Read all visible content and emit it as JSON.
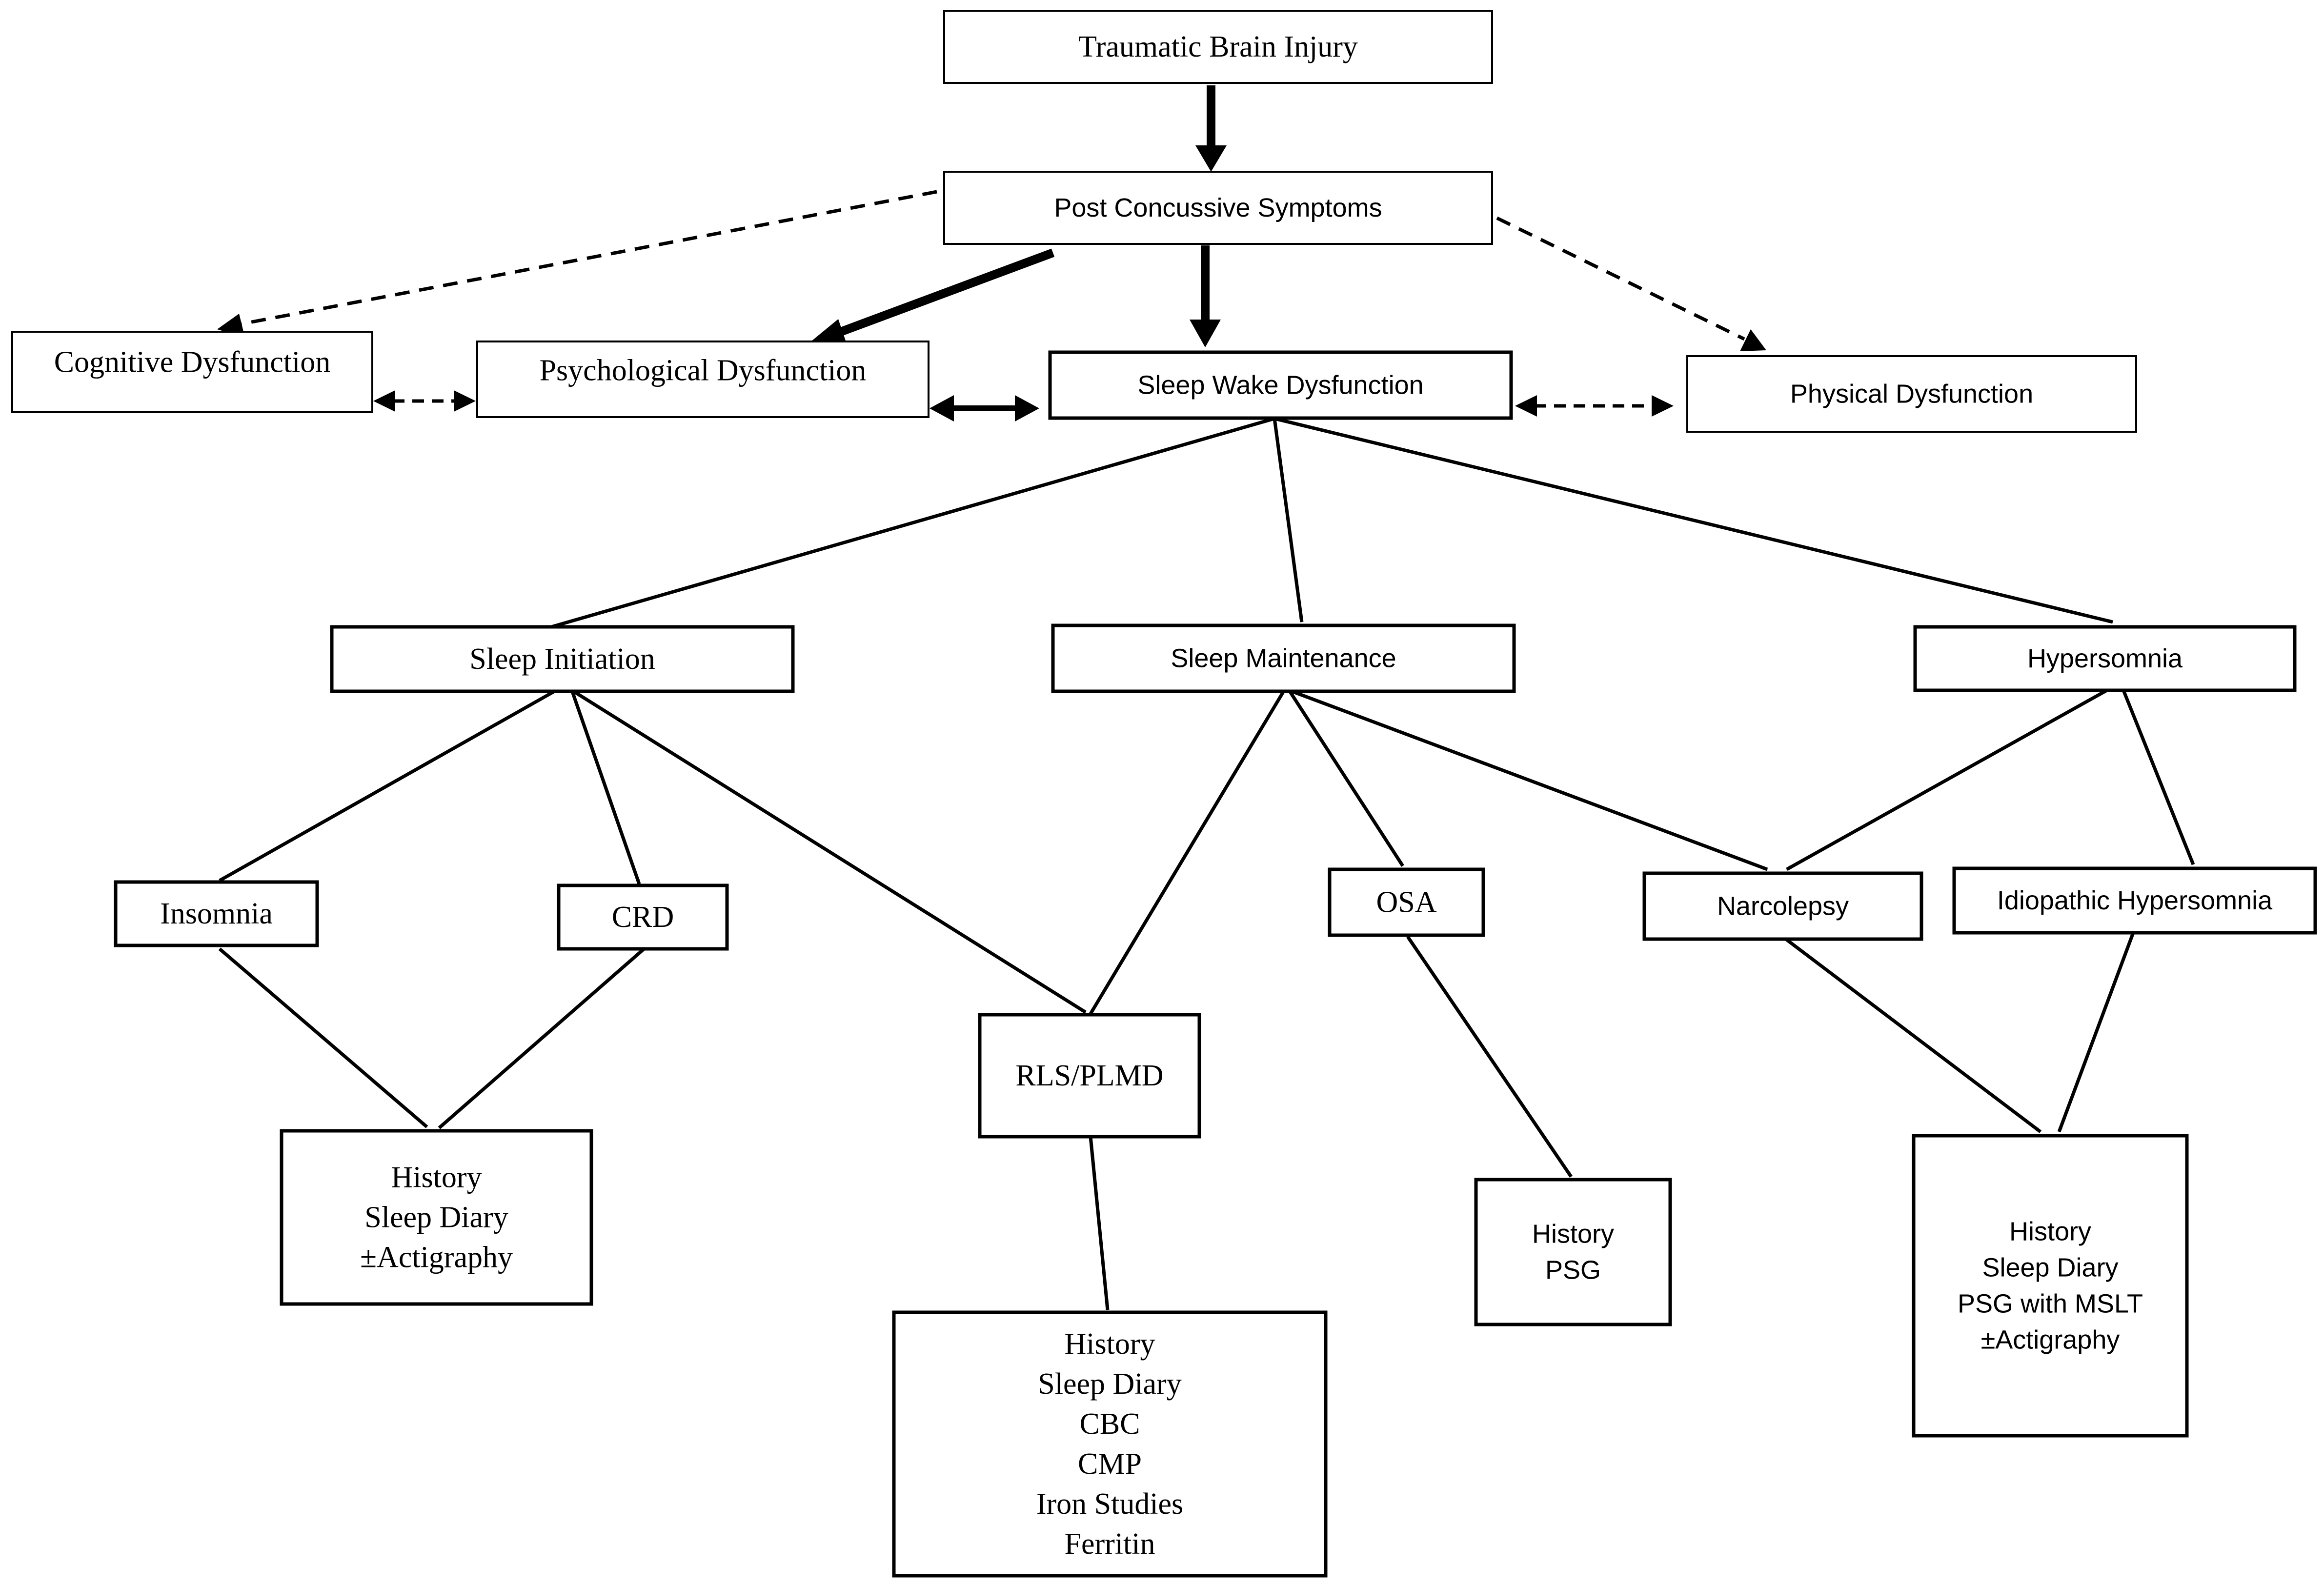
{
  "nodes": {
    "tbi": {
      "lines": [
        "Traumatic Brain Injury"
      ]
    },
    "pcs": {
      "lines": [
        "Post Concussive Symptoms"
      ]
    },
    "cognitive": {
      "lines": [
        "Cognitive Dysfunction"
      ]
    },
    "psychological": {
      "lines": [
        "Psychological Dysfunction"
      ]
    },
    "sleep_wake": {
      "lines": [
        "Sleep Wake Dysfunction"
      ]
    },
    "physical": {
      "lines": [
        "Physical Dysfunction"
      ]
    },
    "sleep_initiation": {
      "lines": [
        "Sleep Initiation"
      ]
    },
    "sleep_maintenance": {
      "lines": [
        "Sleep Maintenance"
      ]
    },
    "hypersomnia": {
      "lines": [
        "Hypersomnia"
      ]
    },
    "insomnia": {
      "lines": [
        "Insomnia"
      ]
    },
    "crd": {
      "lines": [
        "CRD"
      ]
    },
    "osa": {
      "lines": [
        "OSA"
      ]
    },
    "narcolepsy": {
      "lines": [
        "Narcolepsy"
      ]
    },
    "idiopathic": {
      "lines": [
        "Idiopathic Hypersomnia"
      ]
    },
    "rls_plmd": {
      "lines": [
        "RLS/PLMD"
      ]
    },
    "workup_insomnia_crd": {
      "lines": [
        "History",
        "Sleep Diary",
        "±Actigraphy"
      ]
    },
    "workup_rls": {
      "lines": [
        "History",
        "Sleep Diary",
        "CBC",
        "CMP",
        "Iron Studies",
        "Ferritin"
      ]
    },
    "workup_osa": {
      "lines": [
        "History",
        "PSG"
      ]
    },
    "workup_hypersomnia": {
      "lines": [
        "History",
        "Sleep Diary",
        "PSG with MSLT",
        "±Actigraphy"
      ]
    }
  }
}
